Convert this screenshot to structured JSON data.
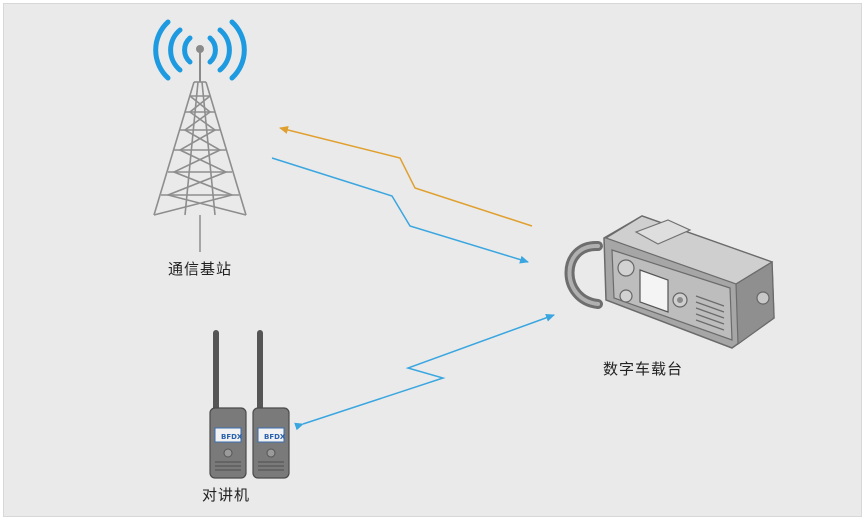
{
  "diagram": {
    "nodes": {
      "base_station": {
        "label": "通信基站",
        "icon": "cell-tower-icon"
      },
      "vehicle_radio": {
        "label": "数字车载台",
        "icon": "vehicle-radio-icon"
      },
      "walkie_talkies": {
        "label": "对讲机",
        "icon": "walkie-talkie-icon",
        "brand_text": "BFDX"
      }
    },
    "colors": {
      "background": "#eaeaea",
      "signal_waves": "#1e9be0",
      "link_downlink": "#e0a030",
      "link_uplink": "#3aa6e0",
      "equipment": "#9e9e9e"
    }
  }
}
